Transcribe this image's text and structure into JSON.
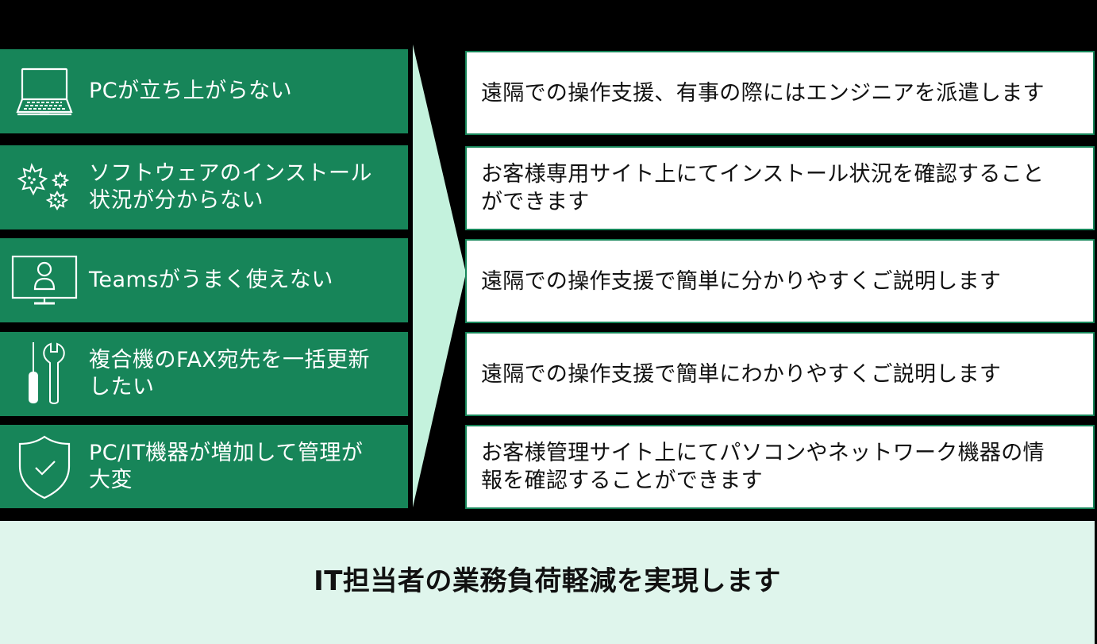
{
  "colors": {
    "background": "#000000",
    "problem_fill": "#178559",
    "arrow_fill": "#c4f2dd",
    "solution_fill": "#ffffff",
    "solution_border": "#178559",
    "banner_fill": "#dff5ec"
  },
  "problems": [
    {
      "icon": "laptop-icon",
      "label": "PCが立ち上がらない"
    },
    {
      "icon": "gears-icon",
      "label": "ソフトウェアのインストール\n状況が分からない"
    },
    {
      "icon": "monitor-user-icon",
      "label": "Teamsがうまく使えない"
    },
    {
      "icon": "tools-icon",
      "label": "複合機のFAX宛先を一括更新\nしたい"
    },
    {
      "icon": "shield-check-icon",
      "label": "PC/IT機器が増加して管理が\n大変"
    }
  ],
  "solutions": [
    {
      "text": "遠隔での操作支援、有事の際にはエンジニアを派遣します"
    },
    {
      "text": "お客様専用サイト上にてインストール状況を確認すること\nができます"
    },
    {
      "text": "遠隔での操作支援で簡単に分かりやすくご説明します"
    },
    {
      "text": "遠隔での操作支援で簡単にわかりやすくご説明します"
    },
    {
      "text": "お客様管理サイト上にてパソコンやネットワーク機器の情\n報を確認することができます"
    }
  ],
  "banner": {
    "title": "IT担当者の業務負荷軽減を実現します"
  }
}
